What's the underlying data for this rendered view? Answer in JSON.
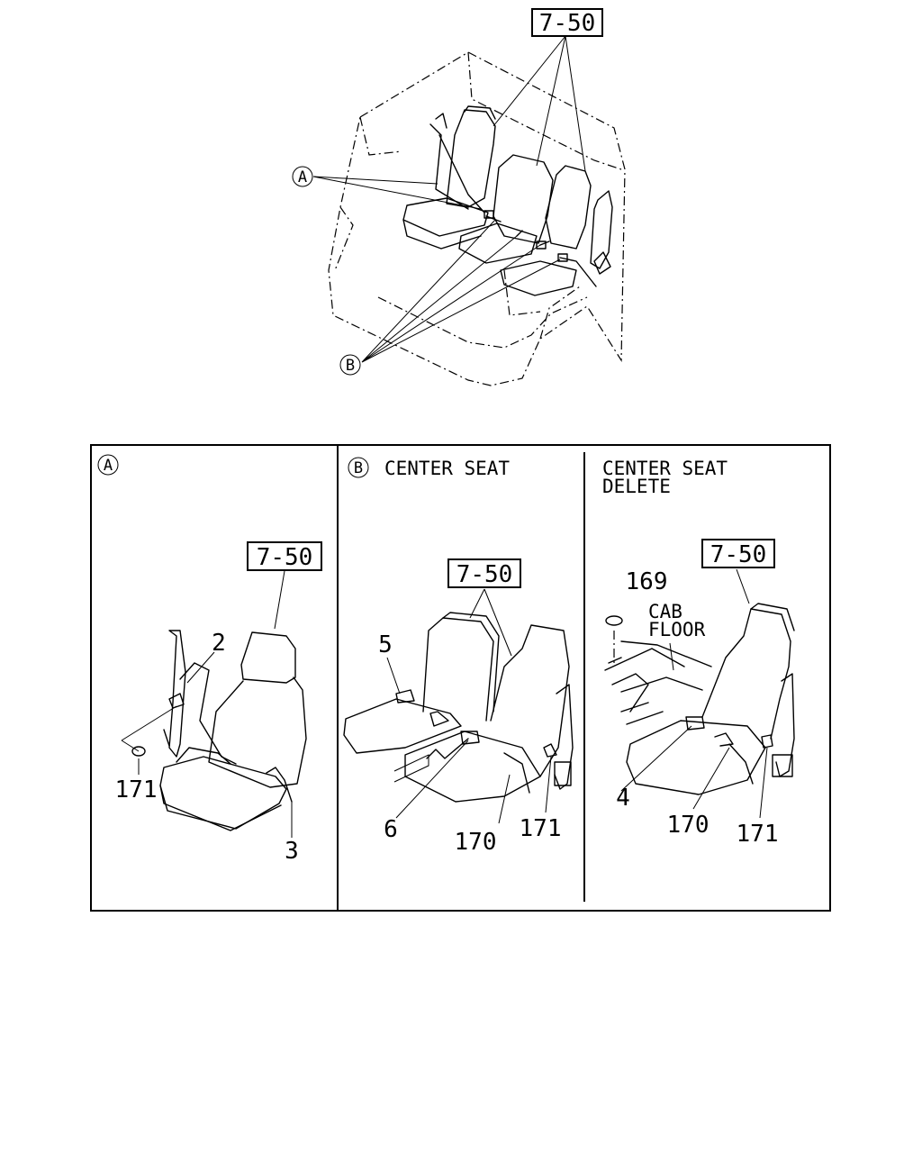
{
  "ref_label": "7-50",
  "callouts": {
    "a": "A",
    "b": "B"
  },
  "panels": {
    "a": {
      "parts": {
        "p2": "2",
        "p3": "3",
        "p171": "171"
      }
    },
    "b": {
      "title": "CENTER SEAT",
      "parts": {
        "p5": "5",
        "p6": "6",
        "p170": "170",
        "p171": "171"
      }
    },
    "c": {
      "title_line1": "CENTER SEAT",
      "title_line2": "DELETE",
      "floor_line1": "CAB",
      "floor_line2": "FLOOR",
      "parts": {
        "p169": "169",
        "p4": "4",
        "p170": "170",
        "p171": "171"
      }
    }
  }
}
